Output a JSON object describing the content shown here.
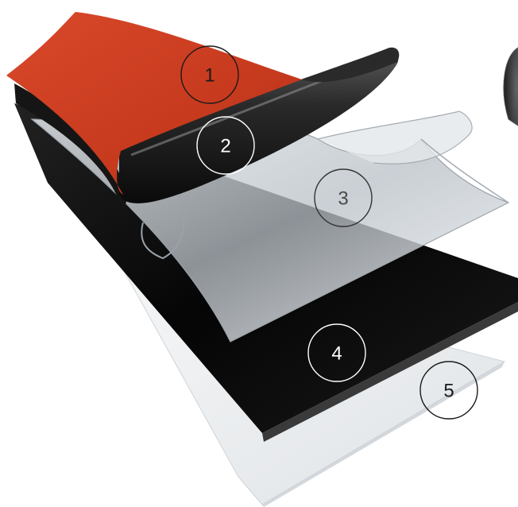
{
  "layers": [
    {
      "number": "1",
      "color": "#c93a1f"
    },
    {
      "number": "2",
      "color": "#1a1a1a"
    },
    {
      "number": "3",
      "color": "#d8dde2"
    },
    {
      "number": "4",
      "color": "#0d0d0d"
    },
    {
      "number": "5",
      "color": "#e9ecef"
    }
  ]
}
